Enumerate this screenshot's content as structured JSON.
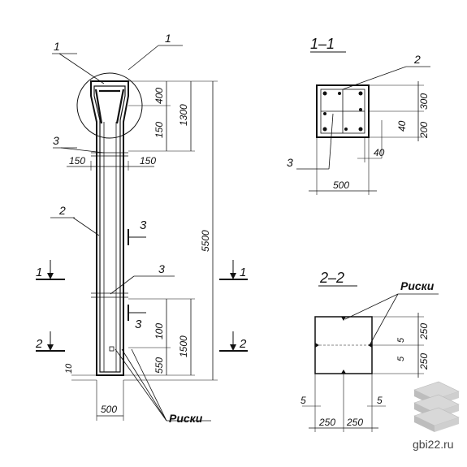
{
  "main_view": {
    "callout_1_a": "1",
    "callout_1_b": "1",
    "callout_3_top": "3",
    "callout_2": "2",
    "callout_3_mid": "3",
    "section_1_left": "1",
    "section_1_right": "1",
    "section_2_left": "2",
    "section_2_right": "2",
    "section_3_a": "3",
    "section_3_b": "3",
    "dim_400": "400",
    "dim_150_right": "150",
    "dim_1300": "1300",
    "dim_5500": "5500",
    "dim_150_left_w": "150",
    "dim_150_right_w": "150",
    "dim_100": "100",
    "dim_550": "550",
    "dim_1500": "1500",
    "dim_10": "10",
    "dim_500": "500",
    "riski_label": "Риски"
  },
  "section_1_1": {
    "title": "1–1",
    "callout_2": "2",
    "callout_3": "3",
    "dim_300": "300",
    "dim_200": "200",
    "dim_40_a": "40",
    "dim_40_b": "40",
    "dim_500": "500"
  },
  "section_2_2": {
    "title": "2–2",
    "riski_label": "Риски",
    "dim_5_a": "5",
    "dim_5_b": "5",
    "dim_5_left": "5",
    "dim_5_right": "5",
    "dim_250_top": "250",
    "dim_250_bottom": "250",
    "dim_250_left": "250",
    "dim_250_right": "250"
  },
  "watermark": {
    "site": "gbi22.ru"
  }
}
